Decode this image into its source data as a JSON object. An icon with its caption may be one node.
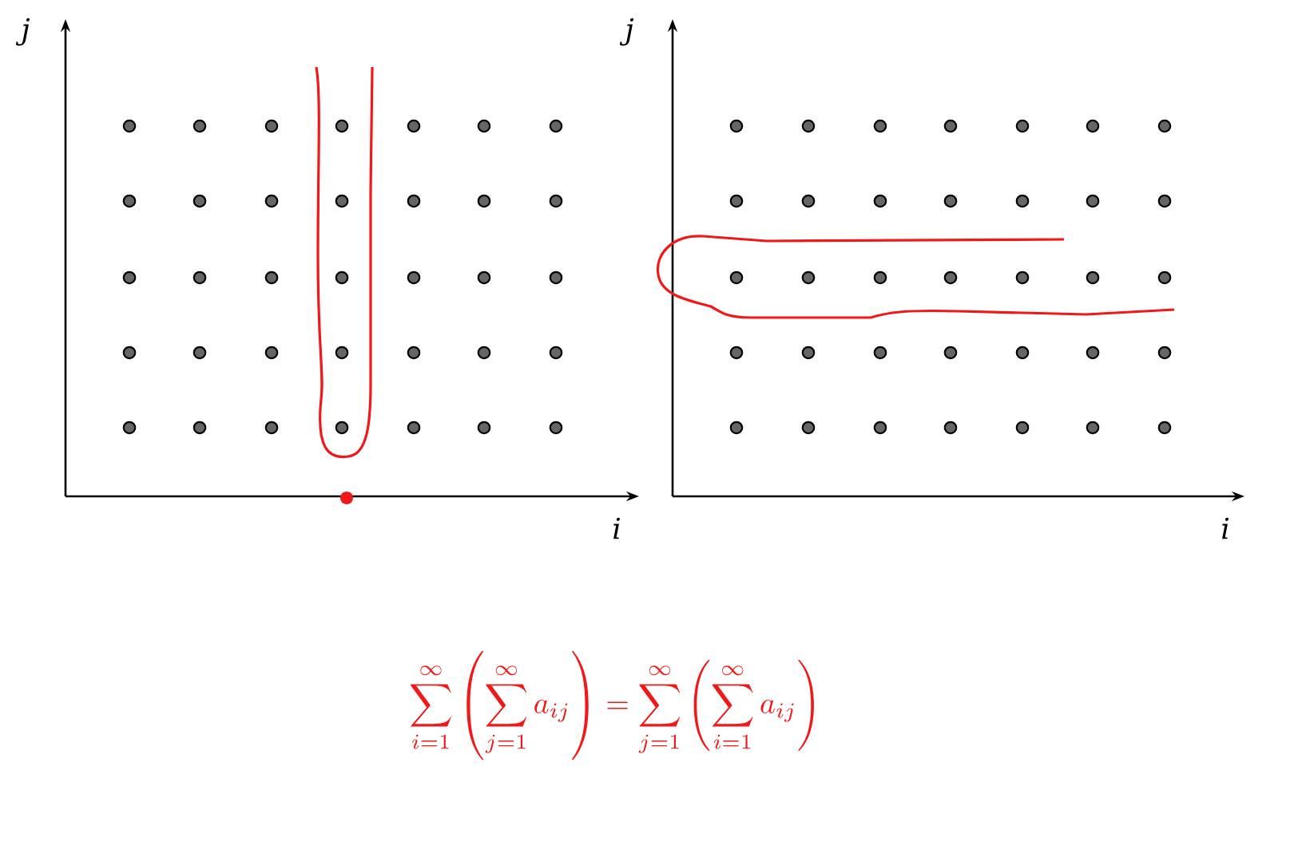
{
  "diagram": {
    "labels": [
      "j",
      "i",
      "j",
      "i",
      "\\sum_{i=1}^{\\infty}\\left(\\sum_{j=1}^{\\infty} a_{ij}\\right) = \\sum_{j=1}^{\\infty}\\left(\\sum_{i=1}^{\\infty} a_{ij}\\right)"
    ]
  }
}
